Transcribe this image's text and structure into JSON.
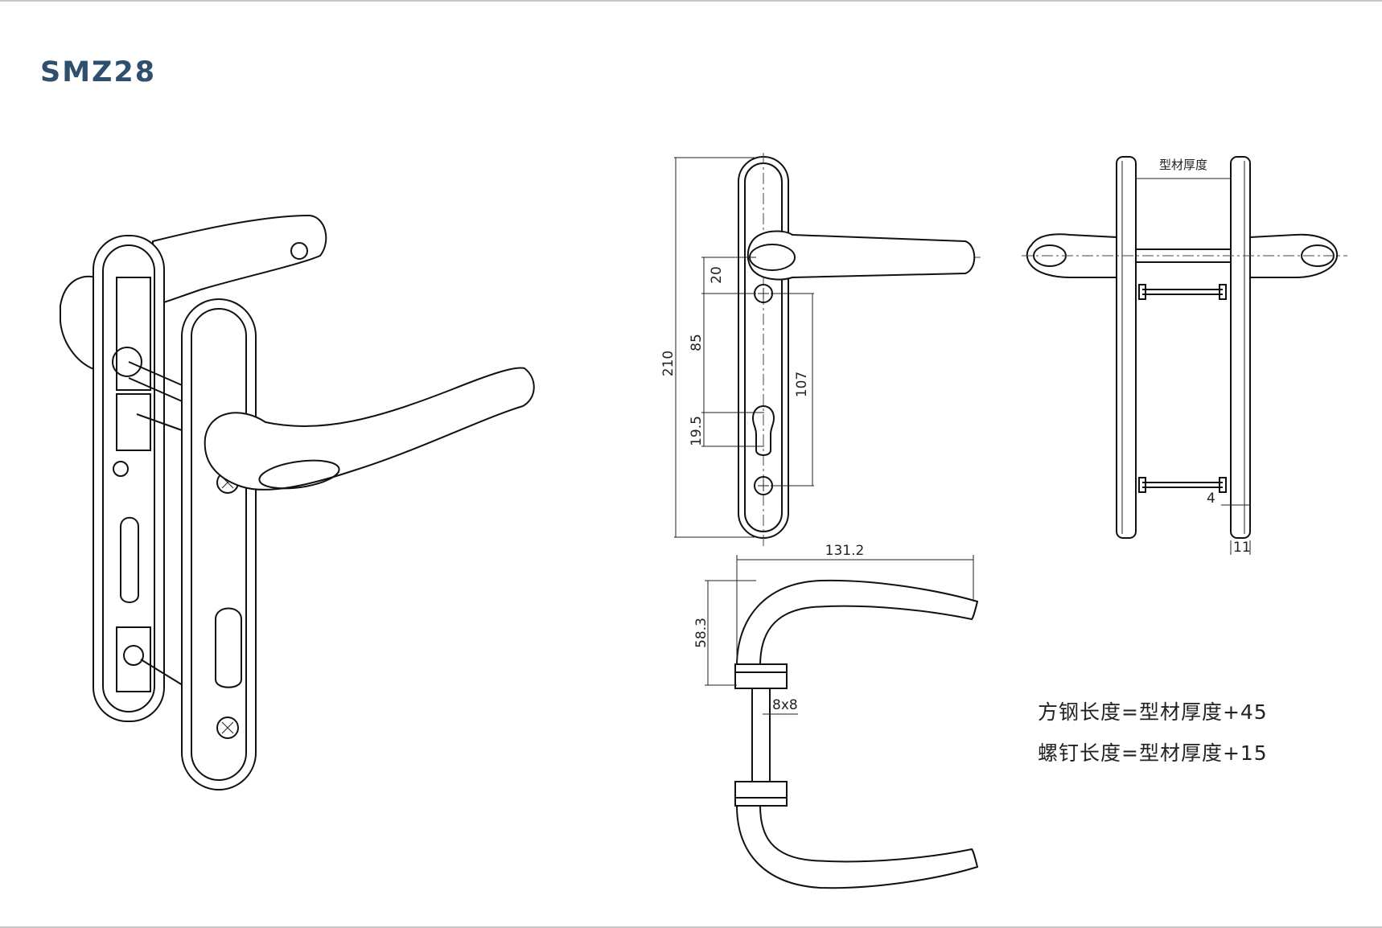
{
  "title": "SMZ28",
  "dimensions": {
    "overall_height": "210",
    "handle_to_screw": "20",
    "handle_to_cylinder": "85",
    "screw_spacing": "107",
    "cylinder": "19.5",
    "handle_length": "131.2",
    "handle_height": "58.3",
    "spindle": "8x8",
    "profile_label": "型材厚度",
    "offset_small": "4",
    "plate_thickness": "11"
  },
  "notes": {
    "spindle_length": "方钢长度=型材厚度+45",
    "screw_length": "螺钉长度=型材厚度+15"
  }
}
